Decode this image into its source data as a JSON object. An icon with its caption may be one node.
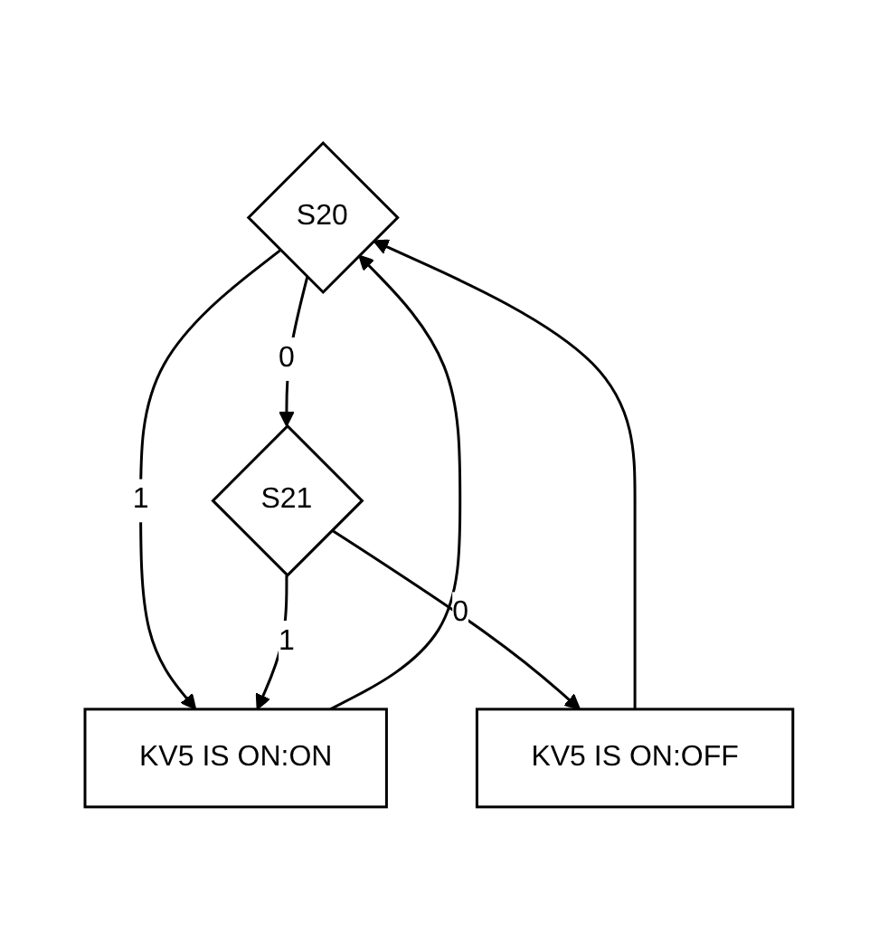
{
  "diagram": {
    "nodes": [
      {
        "text": [
          "S20"
        ]
      },
      {
        "text": [
          "S21"
        ]
      },
      {
        "text": [
          "KV5 IS ON:ON"
        ]
      },
      {
        "text": [
          "KV5 IS ON:OFF"
        ]
      }
    ],
    "edges": [
      {
        "from": 0,
        "to": 1,
        "arrow": "to",
        "label": "0"
      },
      {
        "from": 0,
        "to": 2,
        "arrow": "to",
        "label": "1"
      },
      {
        "from": 1,
        "to": 2,
        "arrow": "to",
        "label": "1"
      },
      {
        "from": 1,
        "to": 3,
        "arrow": "to",
        "label": "0"
      },
      {
        "from": 2,
        "to": 0,
        "arrow": "to"
      },
      {
        "from": 3,
        "to": 0,
        "arrow": "to"
      }
    ]
  }
}
